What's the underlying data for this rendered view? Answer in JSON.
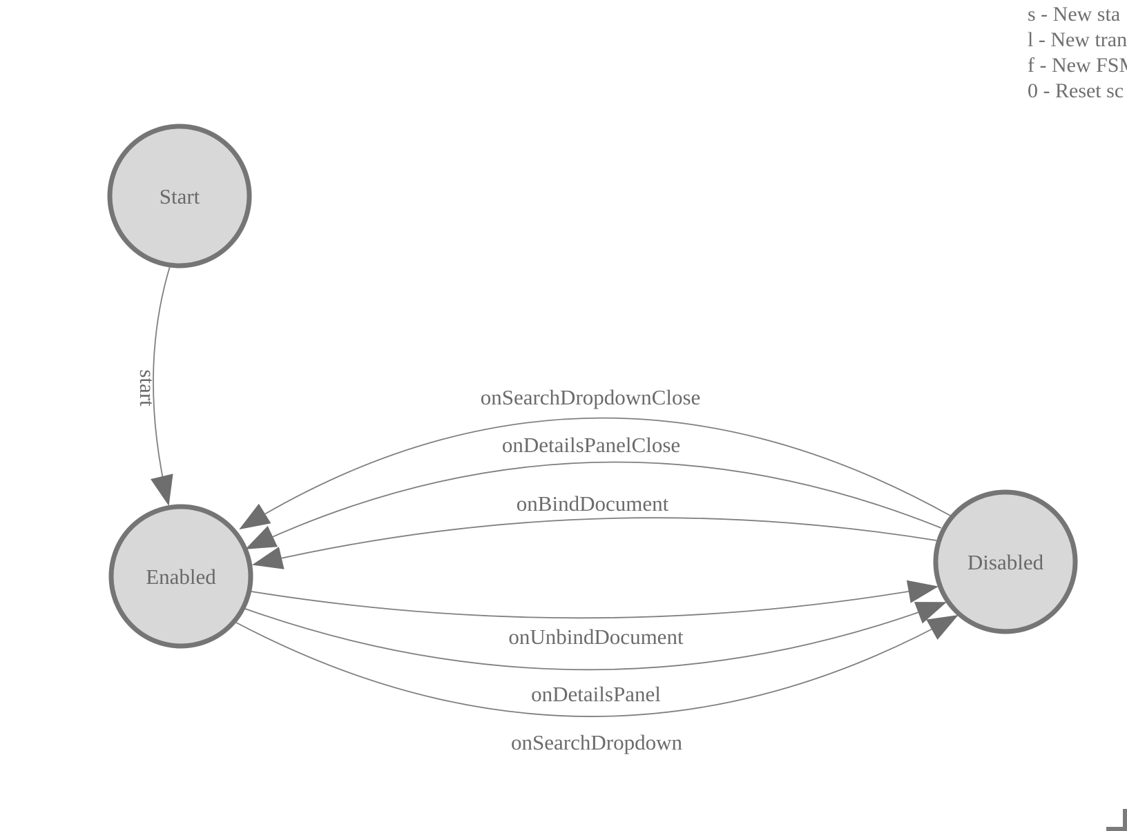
{
  "legend": {
    "lines": [
      "s - New sta",
      "l - New tran",
      "f - New FSM",
      "0 - Reset sc"
    ]
  },
  "diagram": {
    "states": [
      {
        "label": "Start"
      },
      {
        "label": "Enabled"
      },
      {
        "label": "Disabled"
      }
    ],
    "transitions": [
      {
        "label": "start",
        "from": "Start",
        "to": "Enabled"
      },
      {
        "label": "onSearchDropdownClose",
        "from": "Disabled",
        "to": "Enabled"
      },
      {
        "label": "onDetailsPanelClose",
        "from": "Disabled",
        "to": "Enabled"
      },
      {
        "label": "onBindDocument",
        "from": "Disabled",
        "to": "Enabled"
      },
      {
        "label": "onUnbindDocument",
        "from": "Enabled",
        "to": "Disabled"
      },
      {
        "label": "onDetailsPanel",
        "from": "Enabled",
        "to": "Disabled"
      },
      {
        "label": "onSearchDropdown",
        "from": "Enabled",
        "to": "Disabled"
      }
    ],
    "colors": {
      "node_fill": "#d8d8d8",
      "node_border": "#757575",
      "edge_stroke": "#7f7f7f",
      "arrow_fill": "#6e6e6e",
      "label_text": "#6b6b6b",
      "legend_text": "#6f6f6f",
      "background": "#ffffff"
    }
  }
}
